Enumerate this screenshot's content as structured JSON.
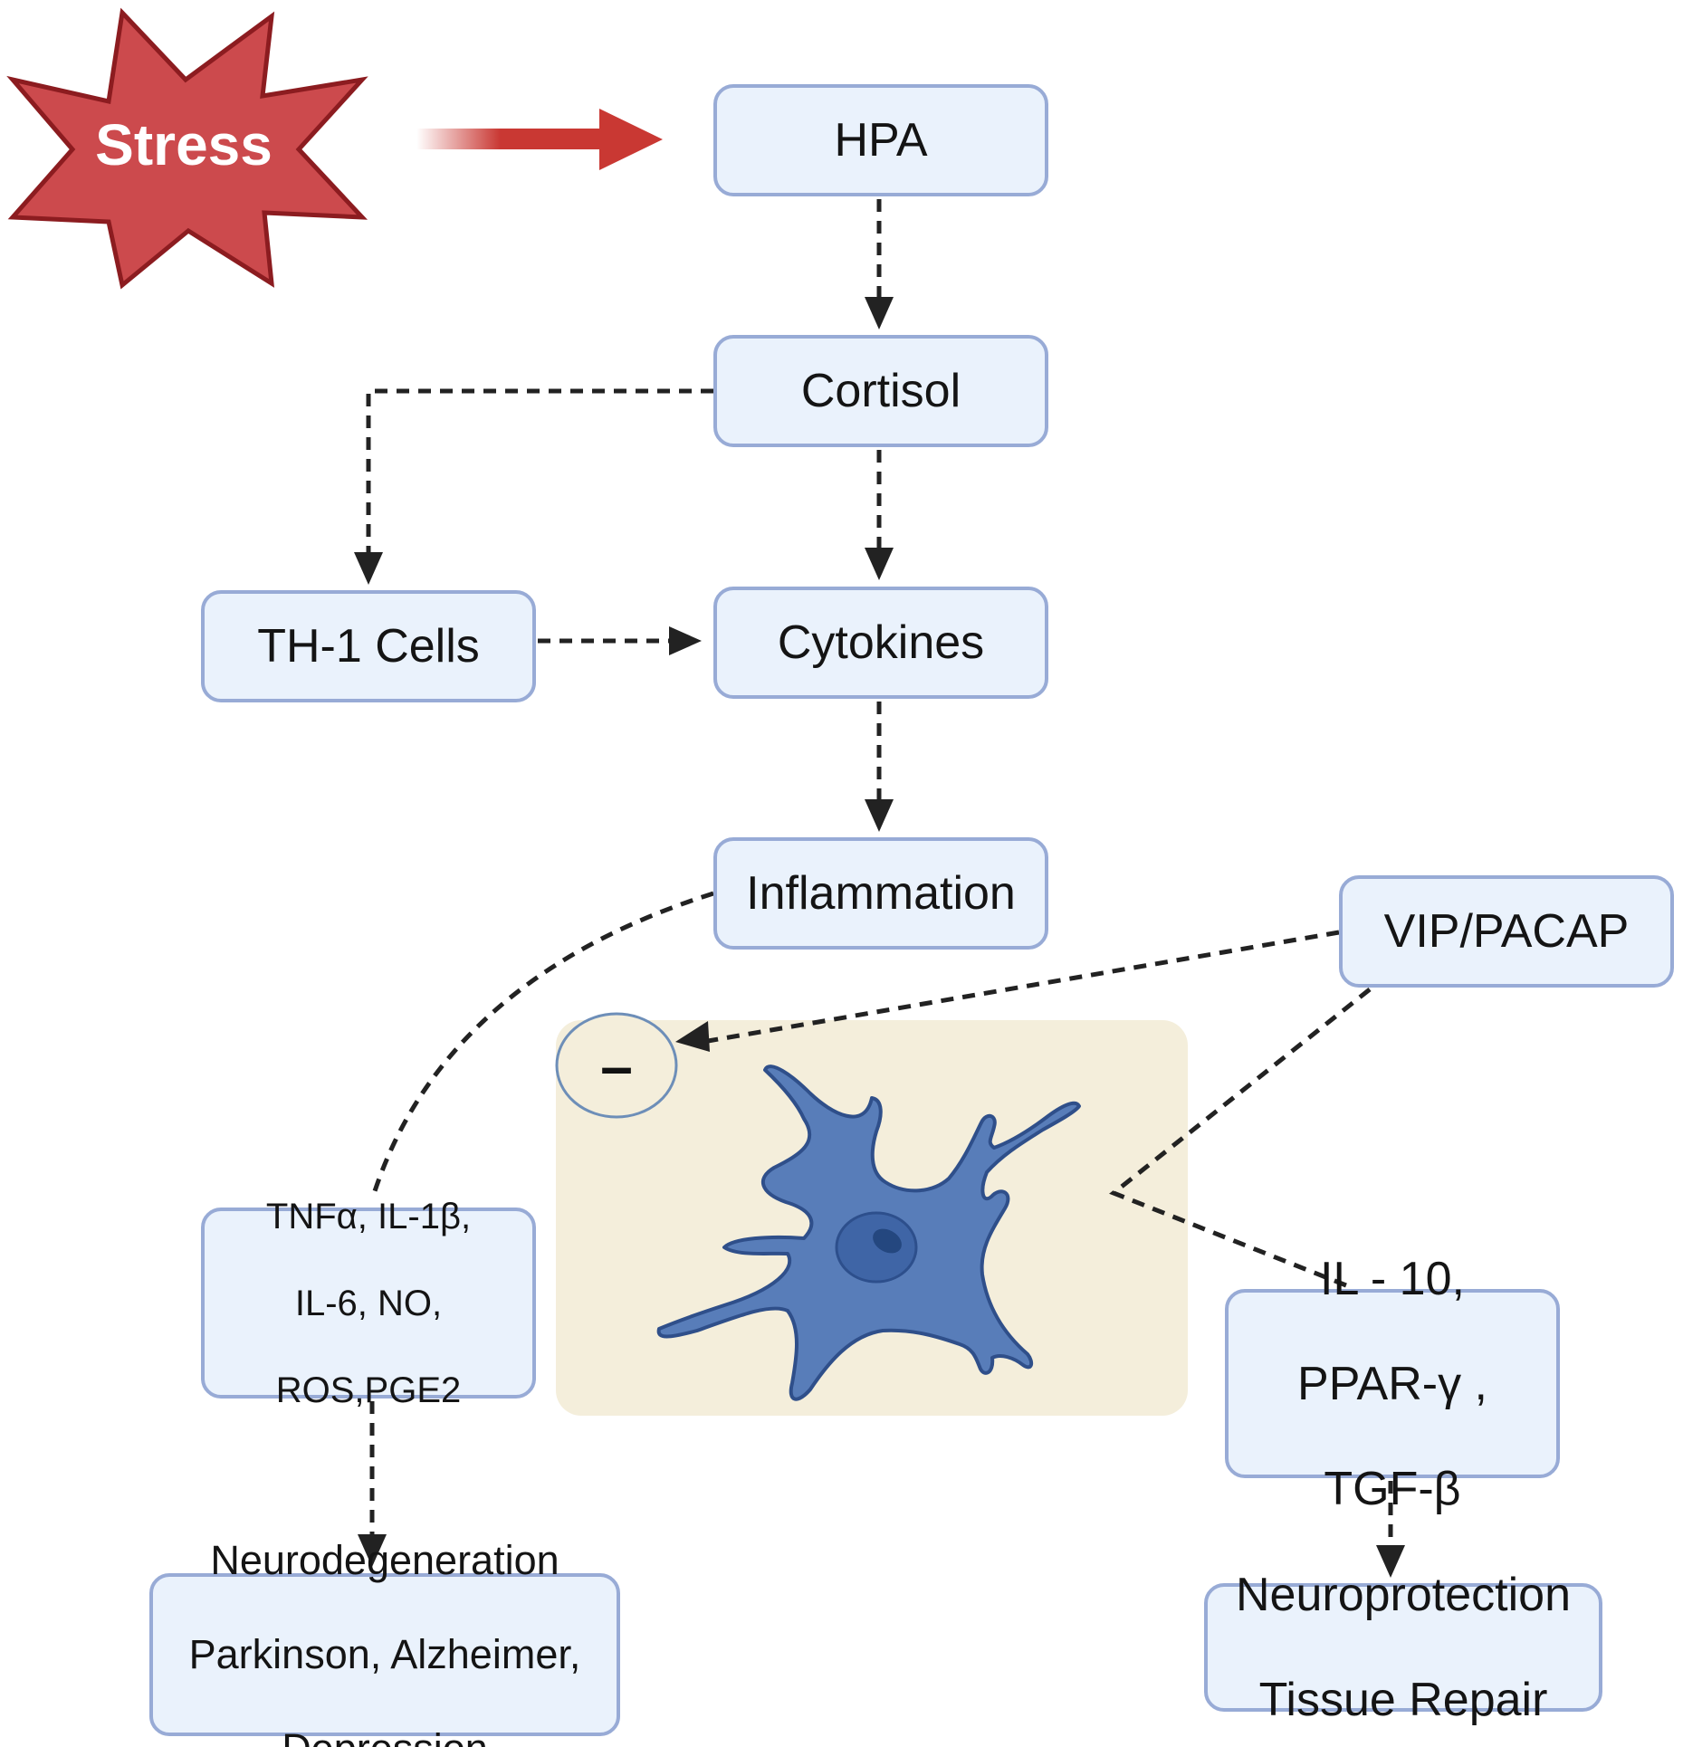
{
  "stress": {
    "label": "Stress"
  },
  "nodes": {
    "hpa": "HPA",
    "cortisol": "Cortisol",
    "cytokines": "Cytokines",
    "th1_cells": "TH-1 Cells",
    "inflammation": "Inflammation",
    "vip_pacap": "VIP/PACAP",
    "mediators": [
      "TNFα, IL-1β,",
      "IL-6, NO,",
      "ROS,PGE2"
    ],
    "anti_inflammatory": [
      "IL - 10,",
      "PPAR-γ ,",
      "TGF-β"
    ],
    "neurodegeneration": [
      "Neurodegeneration",
      "Parkinson, Alzheimer,",
      "Depression"
    ],
    "neuroprotection": [
      "Neuroprotection",
      "Tissue Repair"
    ]
  },
  "inhibition": {
    "symbol": "–"
  },
  "colors": {
    "node_fill": "#eaf2fc",
    "node_border": "#98abd6",
    "stress_fill": "#cc4a4d",
    "stress_border": "#8c1c20",
    "arrow_red": "#c93833",
    "panel_fill": "#f4eedb",
    "cell_fill": "#587db9",
    "cell_border": "#2f4f8a",
    "connector": "#222222"
  }
}
